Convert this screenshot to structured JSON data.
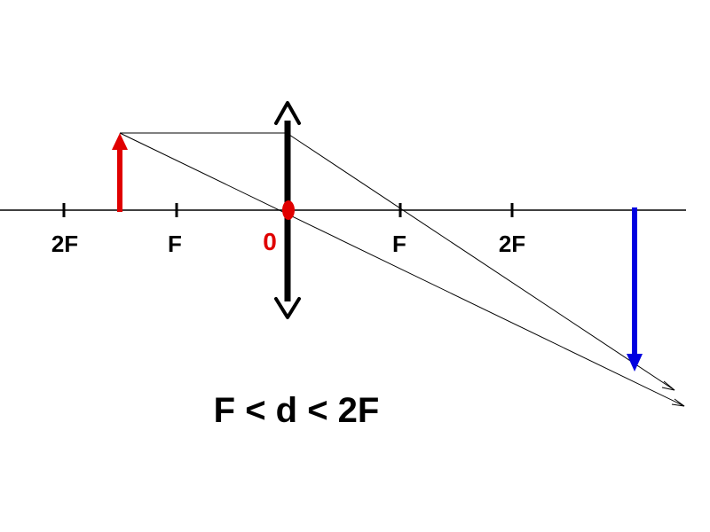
{
  "labels": {
    "left_2f": "2F",
    "left_f": "F",
    "origin": "0",
    "right_f": "F",
    "right_2f": "2F"
  },
  "condition": "F < d < 2F",
  "colors": {
    "object_arrow": "#e00000",
    "image_arrow": "#0000e0",
    "origin": "#e00000",
    "lens": "#000000",
    "rays": "#000000"
  },
  "icons": {
    "object": "red-up-arrow",
    "image": "blue-down-arrow",
    "lens": "converging-lens-double-arrow"
  }
}
